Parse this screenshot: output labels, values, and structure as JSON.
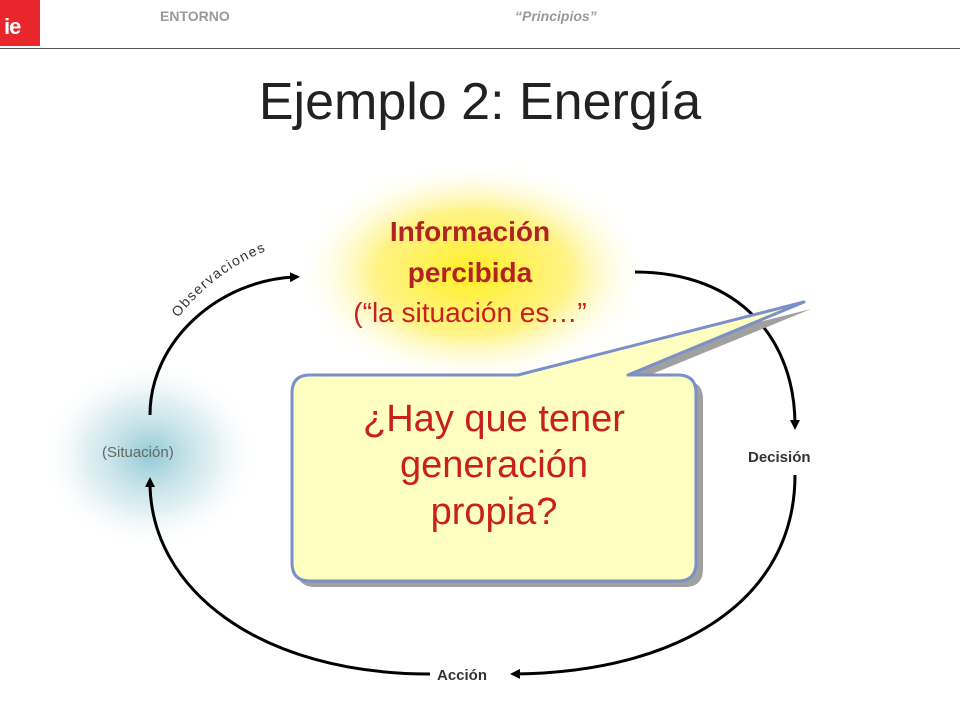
{
  "header": {
    "logo_text": "ie",
    "section": "ENTORNO",
    "subtitle": "“Principios”"
  },
  "title": "Ejemplo 2: Energía",
  "diagram": {
    "info_line1": "Información",
    "info_line2": "percibida",
    "info_line3": "(“la situación es…”",
    "observaciones": "Observaciones",
    "situacion": "(Situación)",
    "decision": "Decisión",
    "accion": "Acción"
  },
  "callout": {
    "line1": "¿Hay que tener",
    "line2": "generación",
    "line3": "propia?"
  },
  "colors": {
    "accent_red": "#c8201e",
    "glow_yellow": "#ffee33",
    "bubble_fill": "#ffffc0",
    "glow_teal": "#9fd0d8"
  }
}
